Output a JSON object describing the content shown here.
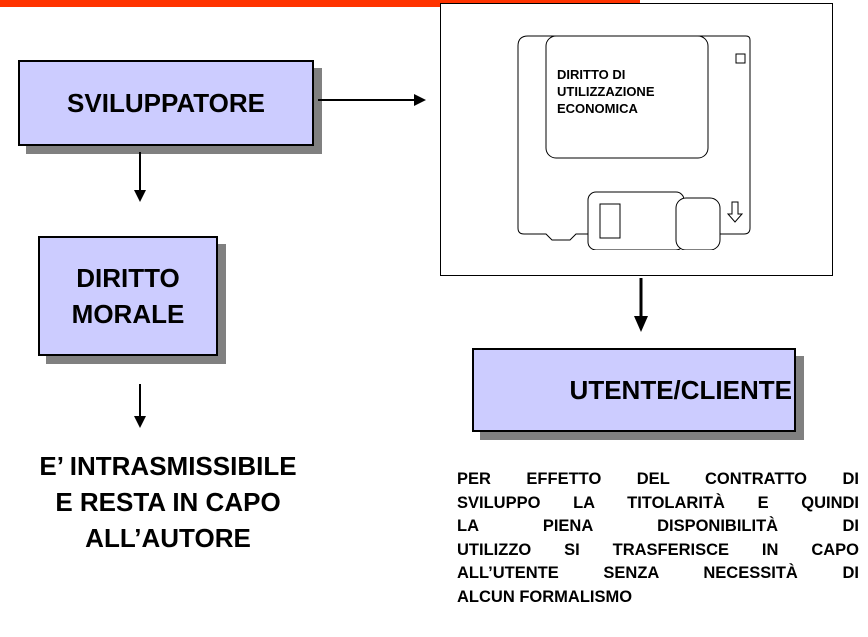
{
  "boxes": {
    "developer": "SVILUPPATORE",
    "moral_right_lines": [
      "DIRITTO",
      "MORALE"
    ],
    "user_client": "UTENTE/CLIENTE"
  },
  "disk_label_lines": [
    "DIRITTO DI",
    "UTILIZZAZIONE",
    "ECONOMICA"
  ],
  "moral_note_lines": [
    "E’ INTRASMISSIBILE",
    "E RESTA IN CAPO",
    "ALL’AUTORE"
  ],
  "contract_note_lines": [
    "PER EFFETTO DEL CONTRATTO DI",
    "SVILUPPO LA TITOLARITÀ E QUINDI",
    "LA PIENA DISPONIBILITÀ DI",
    "UTILIZZO SI TRASFERISCE IN CAPO",
    "ALL’UTENTE SENZA NECESSITÀ DI",
    "ALCUN FORMALISMO"
  ],
  "colors": {
    "box_fill": "#ccccff",
    "shadow": "#808080",
    "top_bar": "#ff3300"
  },
  "icons": [
    "floppy-disk-icon"
  ]
}
